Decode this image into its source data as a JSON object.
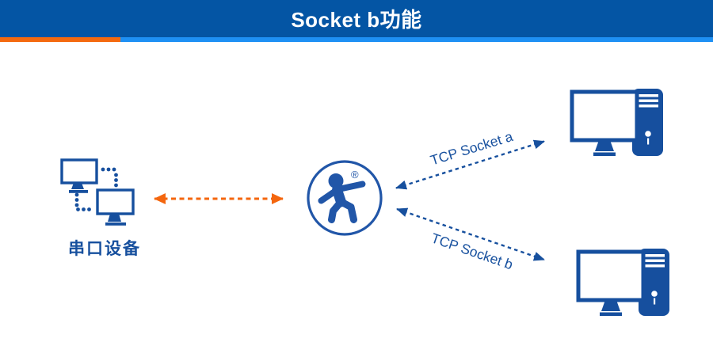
{
  "header": {
    "title": "Socket b功能"
  },
  "serial_device": {
    "label": "串口设备",
    "icon": "dual-monitors-exchange-icon"
  },
  "gateway": {
    "icon": "usr-iot-mascot-logo",
    "registered_mark": "®"
  },
  "computers": {
    "top": {
      "icon": "desktop-computer-icon"
    },
    "bottom": {
      "icon": "desktop-computer-icon"
    }
  },
  "links": {
    "serial": {
      "label": "",
      "style": "dashed-double-arrow",
      "color": "#F4660E",
      "from": "serial-device",
      "to": "gateway"
    },
    "socket_a": {
      "label": "TCP Socket a",
      "style": "dashed-double-arrow",
      "color": "#17509E",
      "from": "gateway",
      "to": "pc-top"
    },
    "socket_b": {
      "label": "TCP Socket b",
      "style": "dashed-double-arrow",
      "color": "#17509E",
      "from": "gateway",
      "to": "pc-bottom"
    }
  },
  "colors": {
    "header_bg": "#0455A4",
    "strip_orange": "#F4690F",
    "strip_blue": "#1E90F4",
    "icon_blue": "#164F9E",
    "logo_blue": "#2156A8",
    "arrow_orange": "#F4660E",
    "arrow_blue": "#17509E",
    "label_blue": "#17509E",
    "title_color": "#FFFFFF",
    "canvas_bg": "#FFFFFF"
  }
}
